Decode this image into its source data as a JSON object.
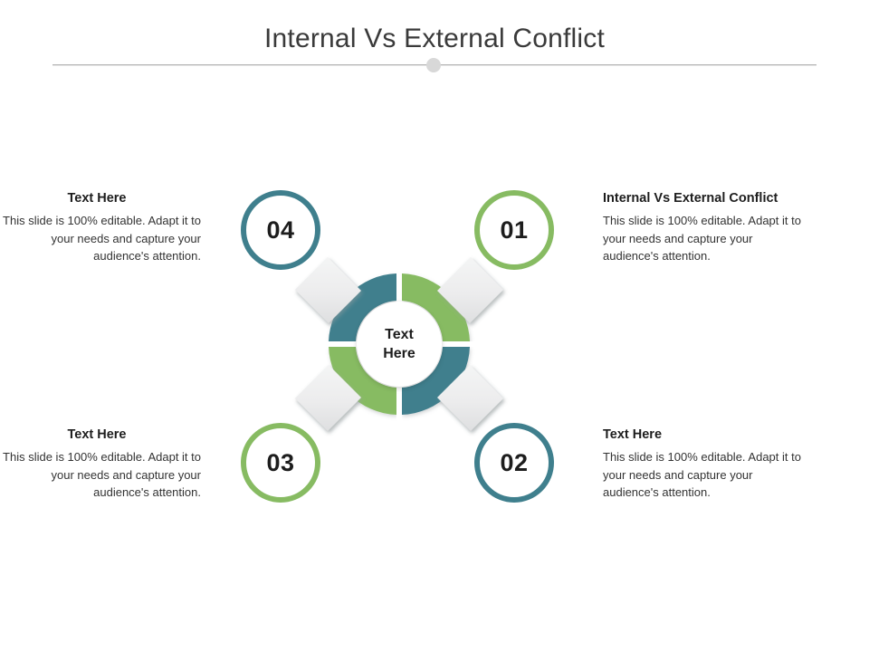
{
  "slide": {
    "title": "Internal Vs External Conflict",
    "background_color": "#ffffff",
    "divider_color": "#b5b5b5",
    "divider_dot_color": "#d8d8d8"
  },
  "theme": {
    "green": "#87bb62",
    "teal": "#3f7f8d",
    "ribbon": "#eceded",
    "ribbon_shadow": "#d6d7d8",
    "text_dark": "#1d1d1d",
    "text_body": "#333333",
    "title_color": "#3a3a3a"
  },
  "hub": {
    "line1": "Text",
    "line2": "Here"
  },
  "segments": [
    {
      "id": "01",
      "number": "01",
      "color": "green",
      "color_hex": "#87bb62",
      "position": "top-right",
      "heading": "Internal Vs External Conflict",
      "body": "This slide is 100% editable. Adapt it to your needs and capture your audience's attention."
    },
    {
      "id": "02",
      "number": "02",
      "color": "teal",
      "color_hex": "#3f7f8d",
      "position": "bottom-right",
      "heading": "Text Here",
      "body": "This slide is 100% editable. Adapt it to your needs and capture your audience's attention."
    },
    {
      "id": "03",
      "number": "03",
      "color": "green",
      "color_hex": "#87bb62",
      "position": "bottom-left",
      "heading": "Text Here",
      "body": "This slide is 100% editable. Adapt it to your needs and capture your audience's attention."
    },
    {
      "id": "04",
      "number": "04",
      "color": "teal",
      "color_hex": "#3f7f8d",
      "position": "top-left",
      "heading": "Text Here",
      "body": "This slide is 100% editable. Adapt it to your needs and capture your audience's attention."
    }
  ]
}
